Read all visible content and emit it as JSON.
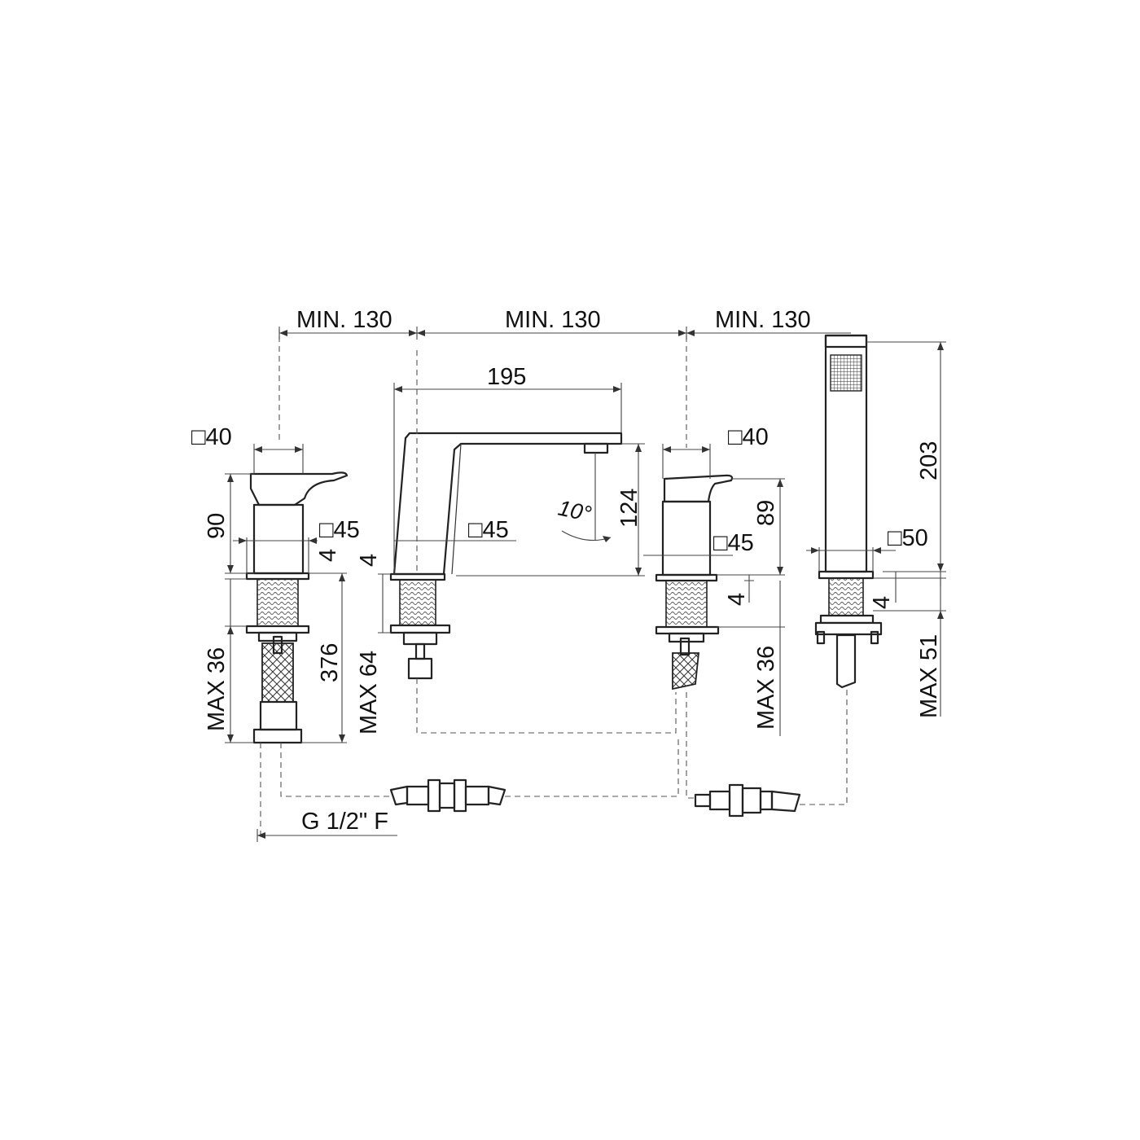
{
  "labels": {
    "min130_left": "MIN. 130",
    "min130_mid": "MIN. 130",
    "min130_right": "MIN. 130",
    "spout_reach": "195",
    "sq40_left": "□40",
    "sq40_right": "□40",
    "sq45_left": "□45",
    "sq45_mid": "□45",
    "sq45_right": "□45",
    "sq50": "□50",
    "h90": "90",
    "h89": "89",
    "h124": "124",
    "h203": "203",
    "angle10": "10°",
    "gap4_a": "4",
    "gap4_b": "4",
    "gap4_c": "4",
    "gap4_d": "4",
    "max36_left": "MAX 36",
    "max36_right": "MAX 36",
    "max64": "MAX 64",
    "max51": "MAX 51",
    "h376": "376",
    "thread": "G 1/2\" F"
  }
}
